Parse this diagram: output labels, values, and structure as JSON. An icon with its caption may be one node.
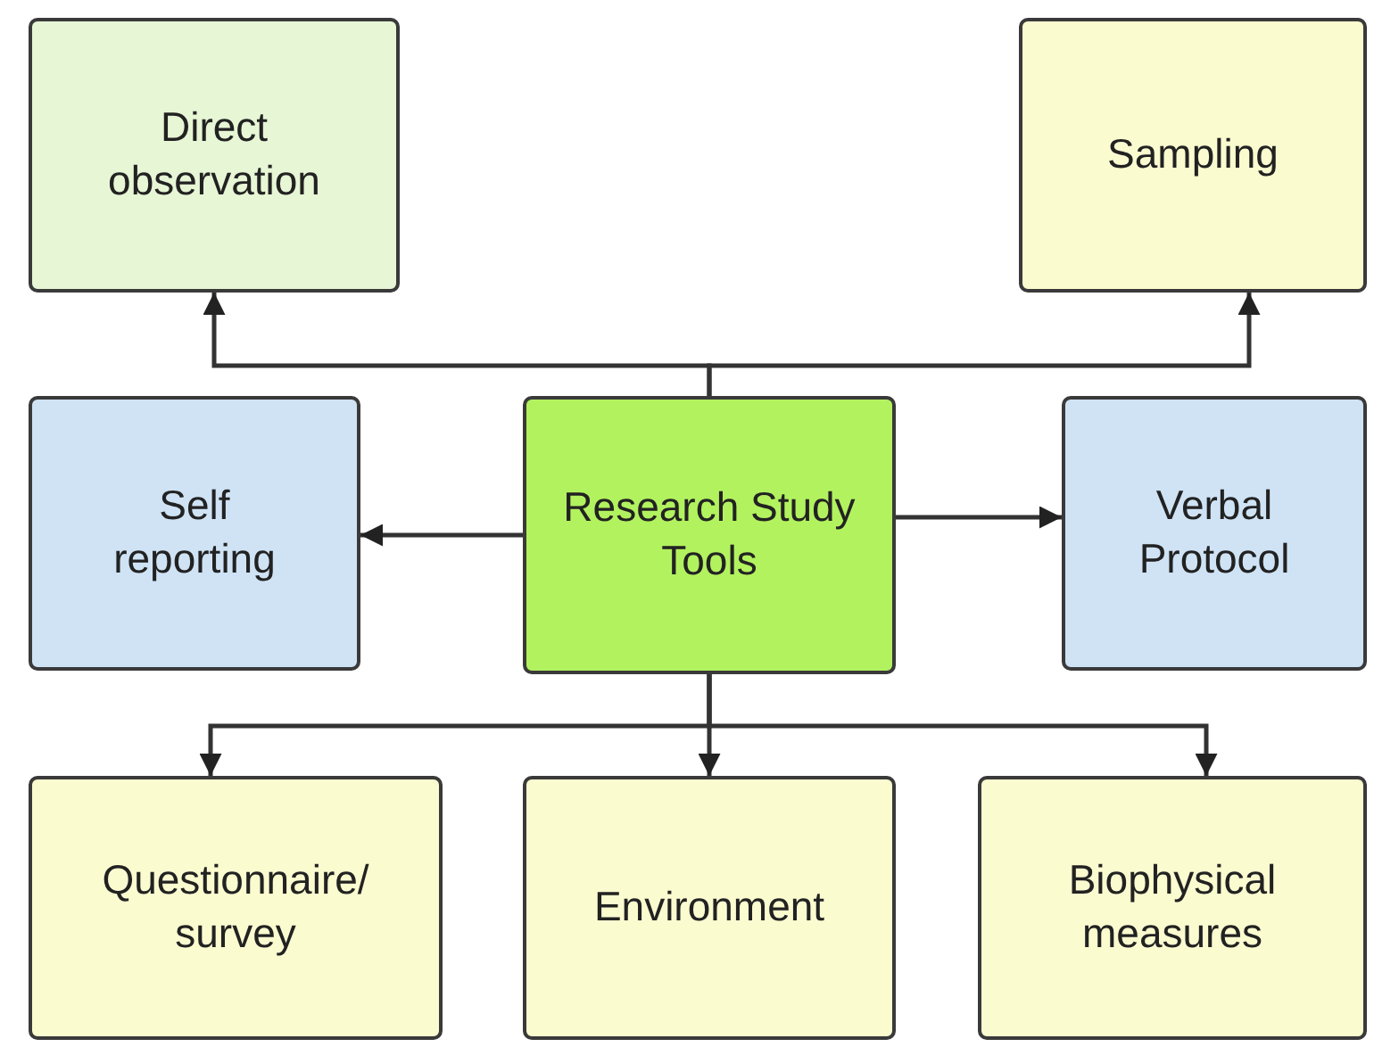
{
  "diagram": {
    "nodes": [
      {
        "text": [
          "Direct observation"
        ]
      },
      {
        "text": [
          "Sampling"
        ]
      },
      {
        "text": [
          "Self reporting"
        ]
      },
      {
        "text": [
          "Research Study Tools"
        ]
      },
      {
        "text": [
          "Verbal Protocol"
        ]
      },
      {
        "text": [
          "Questionnaire/ survey"
        ]
      },
      {
        "text": [
          "Environment"
        ]
      },
      {
        "text": [
          "Biophysical measures"
        ]
      }
    ],
    "edges": [
      {
        "from": 3,
        "to": 0,
        "arrow": "to"
      },
      {
        "from": 3,
        "to": 1,
        "arrow": "to"
      },
      {
        "from": 3,
        "to": 2,
        "arrow": "to"
      },
      {
        "from": 3,
        "to": 4,
        "arrow": "to"
      },
      {
        "from": 3,
        "to": 5,
        "arrow": "to"
      },
      {
        "from": 3,
        "to": 6,
        "arrow": "to"
      },
      {
        "from": 3,
        "to": 7,
        "arrow": "to"
      }
    ]
  }
}
